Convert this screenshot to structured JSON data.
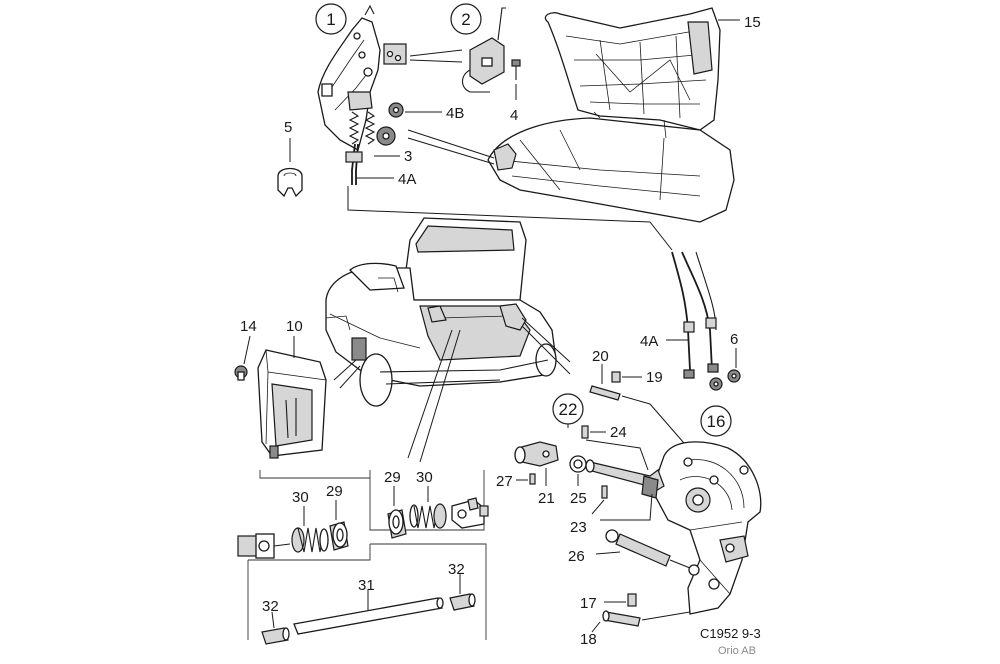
{
  "callouts": {
    "c1": "1",
    "c2": "2",
    "c15": "15",
    "c5": "5",
    "c4b": "4B",
    "c4": "4",
    "c3": "3",
    "c4a_top": "4A",
    "c14": "14",
    "c10": "10",
    "c20": "20",
    "c19": "19",
    "c4a_right": "4A",
    "c6": "6",
    "c22": "22",
    "c24": "24",
    "c16": "16",
    "c27": "27",
    "c21": "21",
    "c25": "25",
    "c23": "23",
    "c26": "26",
    "c30_left": "30",
    "c29_left": "29",
    "c29_right": "29",
    "c30_right": "30",
    "c31": "31",
    "c32_left": "32",
    "c32_right": "32",
    "c17": "17",
    "c18": "18"
  },
  "footer": {
    "code": "C1952 9-3",
    "credit": "Orio AB"
  }
}
